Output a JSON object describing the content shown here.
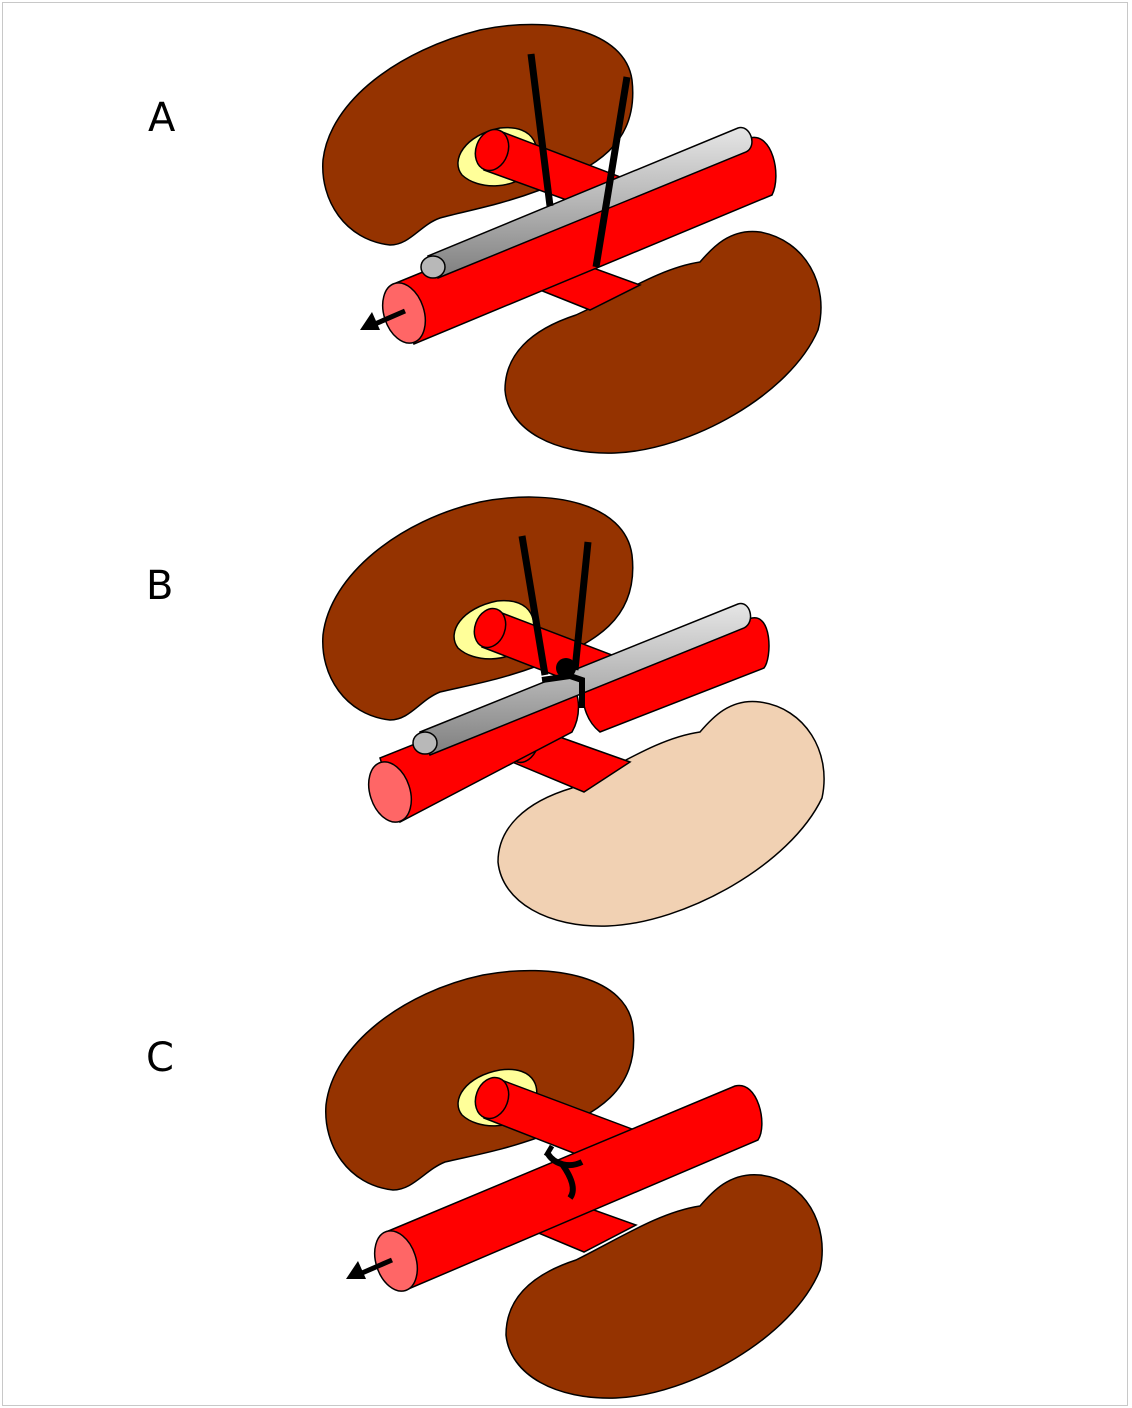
{
  "panels": [
    {
      "id": "A",
      "label": "A"
    },
    {
      "id": "B",
      "label": "B"
    },
    {
      "id": "C",
      "label": "C"
    }
  ],
  "colors": {
    "kidney_normal": "#953300",
    "kidney_ischemic": "#F1D1B3",
    "vessel": "#FF0000",
    "vessel_cut_face": "#FF6666",
    "ureter": "#FFFF99",
    "probe": "#B8B8B8",
    "suture": "#000000"
  },
  "icons": [
    "clamp-icon",
    "suture-knot-icon",
    "blood-flow-arrow-icon"
  ]
}
